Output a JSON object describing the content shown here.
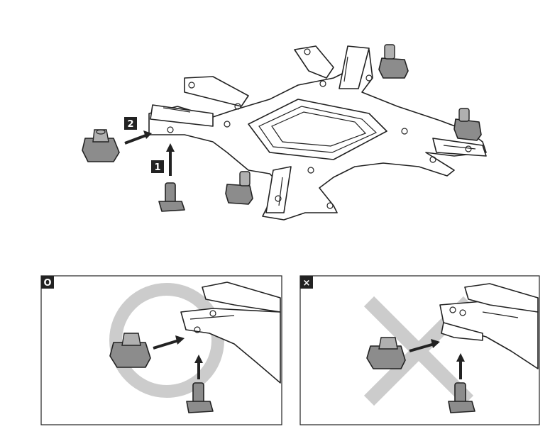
{
  "steps": {
    "step1": "1",
    "step2": "2"
  },
  "panels": {
    "correct_symbol": "O",
    "wrong_symbol": "×"
  },
  "colors": {
    "line": "#222222",
    "part_fill": "#8c8c8c",
    "mark_gray": "#cccccc",
    "badge": "#222222"
  }
}
